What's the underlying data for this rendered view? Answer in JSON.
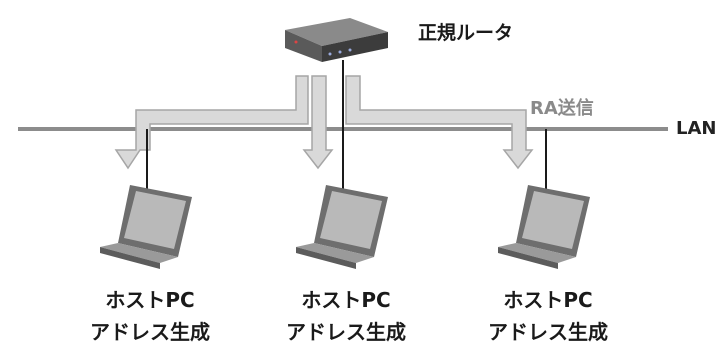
{
  "router": {
    "label": "正規ルータ",
    "icon": "router-icon"
  },
  "message": {
    "label": "RA送信"
  },
  "network": {
    "label": "LAN"
  },
  "hosts": [
    {
      "name": "ホストPC",
      "action": "アドレス生成",
      "icon": "laptop-icon"
    },
    {
      "name": "ホストPC",
      "action": "アドレス生成",
      "icon": "laptop-icon"
    },
    {
      "name": "ホストPC",
      "action": "アドレス生成",
      "icon": "laptop-icon"
    }
  ],
  "colors": {
    "arrow_fill": "#d9d9d9",
    "arrow_stroke": "#a6a6a6",
    "lan_line": "#8c8c8c",
    "router_body": "#4a4a4a",
    "laptop_body": "#7a7a7a"
  }
}
